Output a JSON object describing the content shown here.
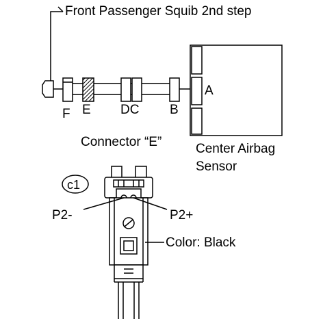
{
  "labels": {
    "squib": "Front Passenger Squib 2nd step",
    "connector_f": "F",
    "connector_e": "E",
    "connector_dc": "DC",
    "connector_b": "B",
    "connector_a": "A",
    "connector_caption": "Connector “E”",
    "sensor_line1": "Center Airbag",
    "sensor_line2": "Sensor",
    "pin_code": "c1",
    "pin_minus": "P2-",
    "pin_plus": "P2+",
    "color": "Color: Black"
  },
  "style": {
    "line_color": "#000000",
    "background": "#ffffff"
  }
}
